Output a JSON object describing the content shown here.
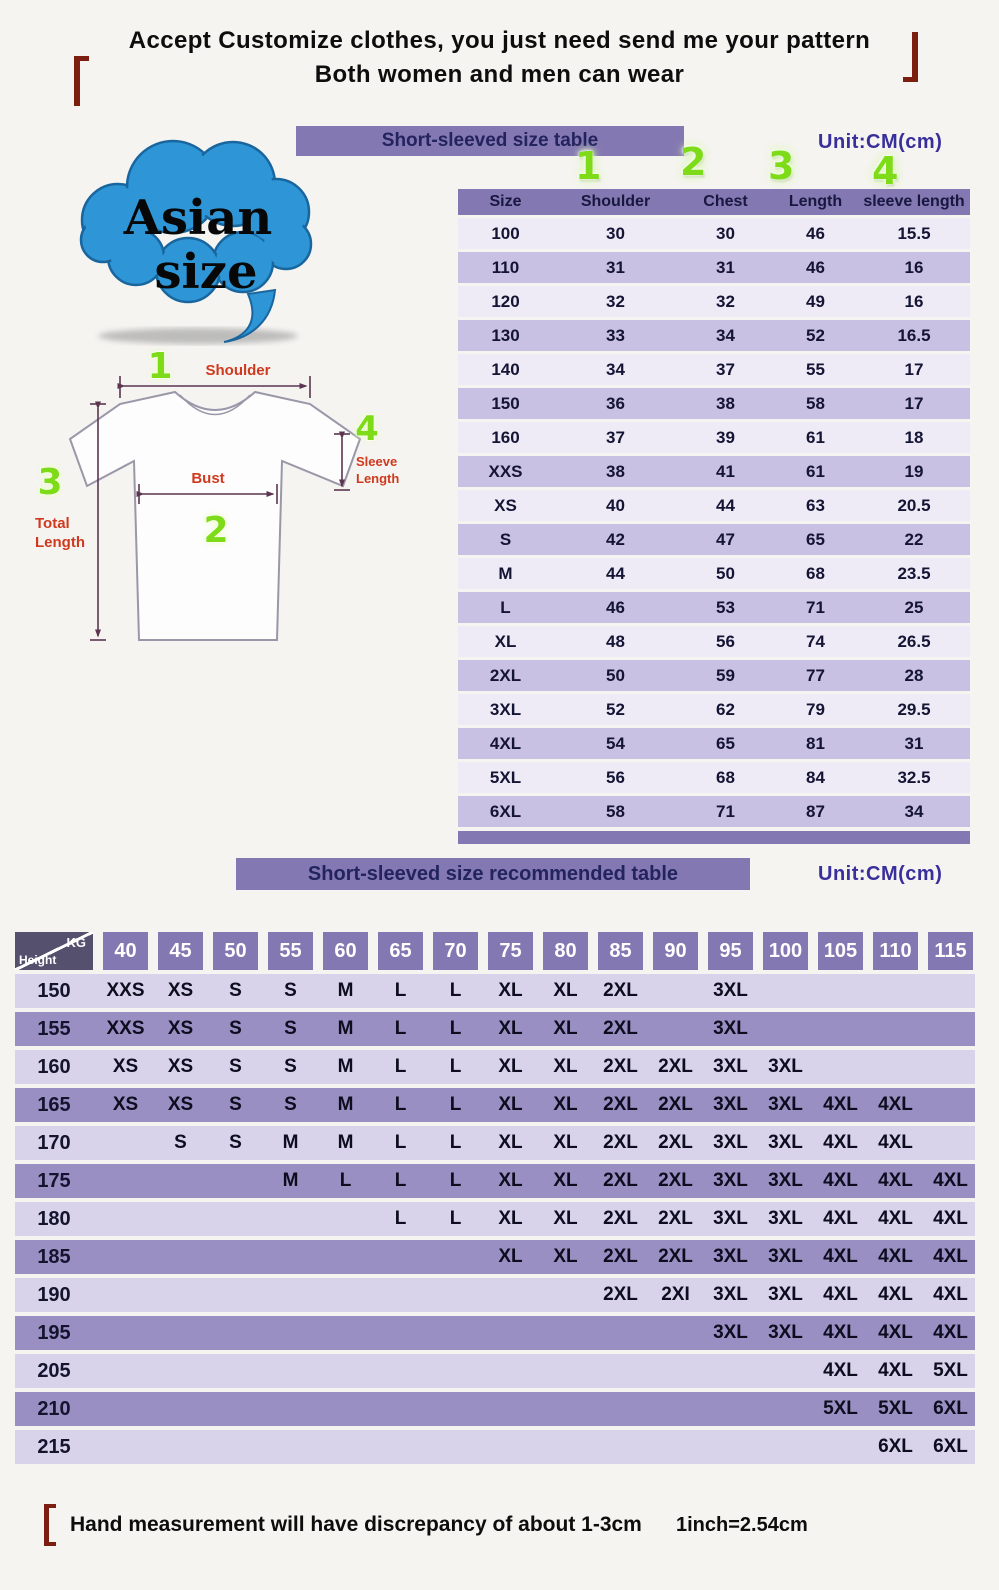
{
  "colors": {
    "accent_purple": "#8478b2",
    "row_light": "#eeebf7",
    "row_dark": "#c9c1e4",
    "rec_row_light": "#d8d2eb",
    "rec_row_purple": "#998fc2",
    "corner_dark": "#55506e",
    "unit_text": "#392f9b",
    "glow_green": "#7ddc17",
    "label_red": "#cf3a1e",
    "cloud_blue": "#2e96d6",
    "bracket_maroon": "#7c1d12"
  },
  "header": {
    "line1": "Accept Customize clothes, you just need send me your pattern",
    "line2": "Both women and men can wear"
  },
  "size_table_section": {
    "banner": "Short-sleeved size  table",
    "unit": "Unit:CM(cm)",
    "col_numbers": [
      "1",
      "2",
      "3",
      "4"
    ],
    "columns": [
      "Size",
      "Shoulder",
      "Chest",
      "Length",
      "sleeve length"
    ],
    "rows": [
      [
        "100",
        "30",
        "30",
        "46",
        "15.5"
      ],
      [
        "110",
        "31",
        "31",
        "46",
        "16"
      ],
      [
        "120",
        "32",
        "32",
        "49",
        "16"
      ],
      [
        "130",
        "33",
        "34",
        "52",
        "16.5"
      ],
      [
        "140",
        "34",
        "37",
        "55",
        "17"
      ],
      [
        "150",
        "36",
        "38",
        "58",
        "17"
      ],
      [
        "160",
        "37",
        "39",
        "61",
        "18"
      ],
      [
        "XXS",
        "38",
        "41",
        "61",
        "19"
      ],
      [
        "XS",
        "40",
        "44",
        "63",
        "20.5"
      ],
      [
        "S",
        "42",
        "47",
        "65",
        "22"
      ],
      [
        "M",
        "44",
        "50",
        "68",
        "23.5"
      ],
      [
        "L",
        "46",
        "53",
        "71",
        "25"
      ],
      [
        "XL",
        "48",
        "56",
        "74",
        "26.5"
      ],
      [
        "2XL",
        "50",
        "59",
        "77",
        "28"
      ],
      [
        "3XL",
        "52",
        "62",
        "79",
        "29.5"
      ],
      [
        "4XL",
        "54",
        "65",
        "81",
        "31"
      ],
      [
        "5XL",
        "56",
        "68",
        "84",
        "32.5"
      ],
      [
        "6XL",
        "58",
        "71",
        "87",
        "34"
      ]
    ]
  },
  "diagram": {
    "cloud": [
      "Asian",
      "size"
    ],
    "shoulder_label": "Shoulder",
    "bust_label": "Bust",
    "total_length_label": [
      "Total",
      "Length"
    ],
    "sleeve_length_label": [
      "Sleeve",
      "Length"
    ],
    "numbers": [
      "1",
      "2",
      "3",
      "4"
    ]
  },
  "recommend_section": {
    "banner": "Short-sleeved size recommended table",
    "unit": "Unit:CM(cm)",
    "corner": {
      "top": "KG",
      "bottom": "Height"
    },
    "kg_columns": [
      "40",
      "45",
      "50",
      "55",
      "60",
      "65",
      "70",
      "75",
      "80",
      "85",
      "90",
      "95",
      "100",
      "105",
      "110",
      "115"
    ],
    "rows": [
      {
        "height": "150",
        "cells": [
          "XXS",
          "XS",
          "S",
          "S",
          "M",
          "L",
          "L",
          "XL",
          "XL",
          "2XL",
          "",
          "3XL",
          "",
          "",
          "",
          ""
        ]
      },
      {
        "height": "155",
        "cells": [
          "XXS",
          "XS",
          "S",
          "S",
          "M",
          "L",
          "L",
          "XL",
          "XL",
          "2XL",
          "",
          "3XL",
          "",
          "",
          "",
          ""
        ]
      },
      {
        "height": "160",
        "cells": [
          "XS",
          "XS",
          "S",
          "S",
          "M",
          "L",
          "L",
          "XL",
          "XL",
          "2XL",
          "2XL",
          "3XL",
          "3XL",
          "",
          "",
          ""
        ]
      },
      {
        "height": "165",
        "cells": [
          "XS",
          "XS",
          "S",
          "S",
          "M",
          "L",
          "L",
          "XL",
          "XL",
          "2XL",
          "2XL",
          "3XL",
          "3XL",
          "4XL",
          "4XL",
          ""
        ]
      },
      {
        "height": "170",
        "cells": [
          "",
          "S",
          "S",
          "M",
          "M",
          "L",
          "L",
          "XL",
          "XL",
          "2XL",
          "2XL",
          "3XL",
          "3XL",
          "4XL",
          "4XL",
          ""
        ]
      },
      {
        "height": "175",
        "cells": [
          "",
          "",
          "",
          "M",
          "L",
          "L",
          "L",
          "XL",
          "XL",
          "2XL",
          "2XL",
          "3XL",
          "3XL",
          "4XL",
          "4XL",
          "4XL"
        ]
      },
      {
        "height": "180",
        "cells": [
          "",
          "",
          "",
          "",
          "",
          "L",
          "L",
          "XL",
          "XL",
          "2XL",
          "2XL",
          "3XL",
          "3XL",
          "4XL",
          "4XL",
          "4XL"
        ]
      },
      {
        "height": "185",
        "cells": [
          "",
          "",
          "",
          "",
          "",
          "",
          "",
          "XL",
          "XL",
          "2XL",
          "2XL",
          "3XL",
          "3XL",
          "4XL",
          "4XL",
          "4XL"
        ]
      },
      {
        "height": "190",
        "cells": [
          "",
          "",
          "",
          "",
          "",
          "",
          "",
          "",
          "",
          "2XL",
          "2XI",
          "3XL",
          "3XL",
          "4XL",
          "4XL",
          "4XL"
        ]
      },
      {
        "height": "195",
        "cells": [
          "",
          "",
          "",
          "",
          "",
          "",
          "",
          "",
          "",
          "",
          "",
          "3XL",
          "3XL",
          "4XL",
          "4XL",
          "4XL"
        ]
      },
      {
        "height": "205",
        "cells": [
          "",
          "",
          "",
          "",
          "",
          "",
          "",
          "",
          "",
          "",
          "",
          "",
          "",
          "4XL",
          "4XL",
          "5XL"
        ]
      },
      {
        "height": "210",
        "cells": [
          "",
          "",
          "",
          "",
          "",
          "",
          "",
          "",
          "",
          "",
          "",
          "",
          "",
          "5XL",
          "5XL",
          "6XL"
        ]
      },
      {
        "height": "215",
        "cells": [
          "",
          "",
          "",
          "",
          "",
          "",
          "",
          "",
          "",
          "",
          "",
          "",
          "",
          "",
          "6XL",
          "6XL"
        ]
      }
    ]
  },
  "footer": {
    "note": "Hand measurement will have discrepancy of about  1-3cm",
    "conversion": "1inch=2.54cm"
  }
}
